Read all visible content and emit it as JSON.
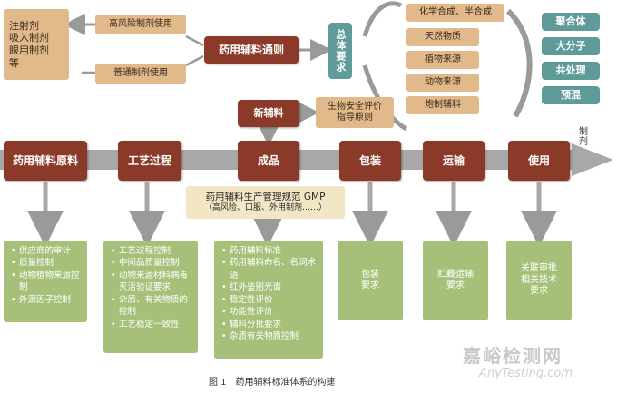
{
  "top": {
    "admin_routes": "注射剂\n吸入制剂\n眼用制剂\n等",
    "high_risk": "高风险制剂使用",
    "normal": "普通制剂使用",
    "general_rule": "药用辅料通则",
    "general_req": "总体要求",
    "sources": [
      "化学合成、半合成",
      "天然物质",
      "植物来源",
      "动物来源",
      "炮制辅料"
    ],
    "types": [
      "聚合体",
      "大分子",
      "共处理",
      "预混"
    ],
    "new_excipient": "新辅料",
    "bio_safety": "生物安全评价\n指导原则"
  },
  "flow": {
    "stages": [
      "药用辅料原料",
      "工艺过程",
      "成品",
      "包装",
      "运输",
      "使用"
    ],
    "end_label": "制剂"
  },
  "gmp": {
    "title": "药用辅料生产管理规范 GMP",
    "subtitle": "（高风险、口服、外用制剂……）"
  },
  "details": {
    "raw": [
      "供应商的审计",
      "质量控制",
      "动物植物来源控制",
      "外源因子控制"
    ],
    "process": [
      "工艺过程控制",
      "中间品质量控制",
      "动物来源材料病毒灭活验证要求",
      "杂质、有关物质的控制",
      "工艺稳定一致性"
    ],
    "product": [
      "药用辅料标准",
      "药用辅料命名、名词术语",
      "红外鉴别光谱",
      "稳定性评价",
      "功能性评价",
      "辅料分批要求",
      "杂质有关物质控制"
    ],
    "packaging": "包装\n要求",
    "transport": "贮藏运输\n要求",
    "usage": "关联审批\n相关技术\n要求"
  },
  "caption": "图 1　药用辅料标准体系的构建",
  "watermark": {
    "cn": "嘉峪检测网",
    "en": "AnyTesting.com"
  }
}
